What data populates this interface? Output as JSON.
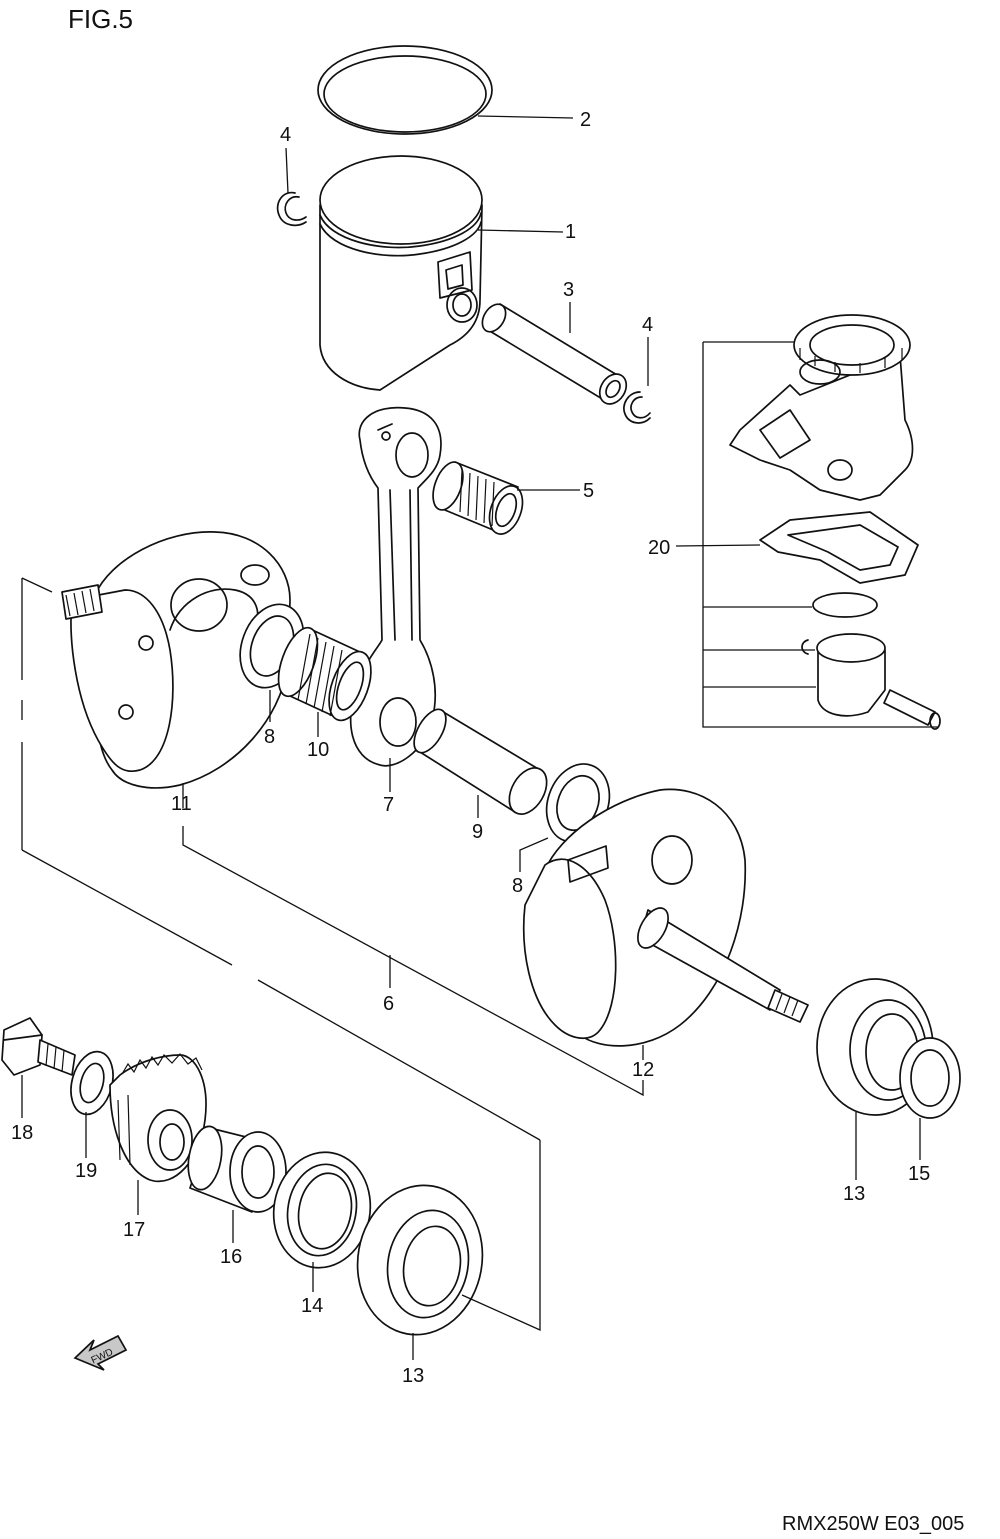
{
  "figure": {
    "title": "FIG.5",
    "code": "RMX250W E03_005"
  },
  "fwd_badge": "FWD",
  "callouts": {
    "c1": "1",
    "c2": "2",
    "c3": "3",
    "c4a": "4",
    "c4b": "4",
    "c5": "5",
    "c6": "6",
    "c7": "7",
    "c8a": "8",
    "c8b": "8",
    "c9": "9",
    "c10": "10",
    "c11": "11",
    "c12": "12",
    "c13a": "13",
    "c13b": "13",
    "c14": "14",
    "c15": "15",
    "c16": "16",
    "c17": "17",
    "c18": "18",
    "c19": "19",
    "c20": "20"
  }
}
